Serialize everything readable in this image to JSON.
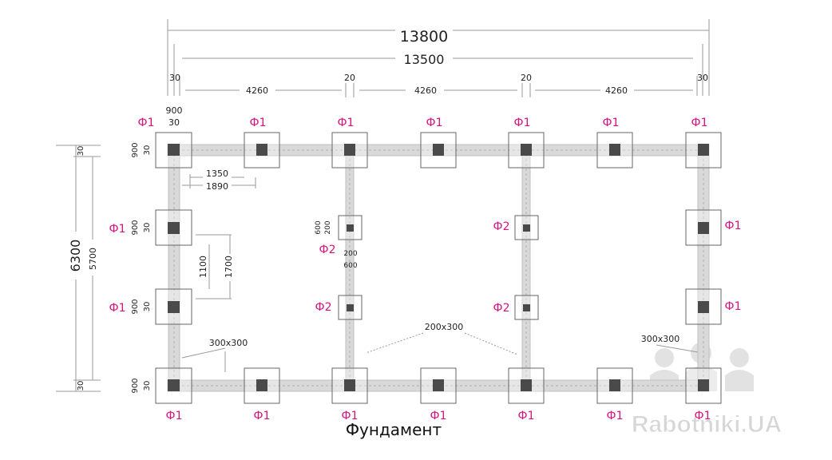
{
  "colors": {
    "label": "#d4147d",
    "beam": "#d9d9d9",
    "beam_edge": "#bfbfbf",
    "column": "#4a4a4a",
    "pad_border": "#666666",
    "dim_line": "#9a9a9a",
    "watermark": "#d0d0d0"
  },
  "title": "Фундамент",
  "watermark": "Rabotniki.UA",
  "dims": {
    "overall_width": "13800",
    "inner_width": "13500",
    "segment_spans": [
      "30",
      "4260",
      "20",
      "4260",
      "20",
      "4260",
      "30"
    ],
    "pad_size": "900",
    "offset_30": "30",
    "dist_1350": "1350",
    "dist_1890": "1890",
    "overall_height": "6300",
    "inner_height": "5700",
    "dist_1100": "1100",
    "dist_1700": "1700",
    "small_pad": "600",
    "small_col": "200",
    "beam_300": "300x300",
    "beam_200": "200x300"
  },
  "footings": {
    "top": [
      "Ф1",
      "Ф1",
      "Ф1",
      "Ф1",
      "Ф1",
      "Ф1",
      "Ф1"
    ],
    "bottom": [
      "Ф1",
      "Ф1",
      "Ф1",
      "Ф1",
      "Ф1",
      "Ф1",
      "Ф1"
    ],
    "left": [
      "Ф1",
      "Ф1"
    ],
    "right": [
      "Ф1",
      "Ф1"
    ],
    "mid_col3": [
      "Ф2",
      "Ф2"
    ],
    "mid_col5": [
      "Ф2",
      "Ф2"
    ]
  }
}
